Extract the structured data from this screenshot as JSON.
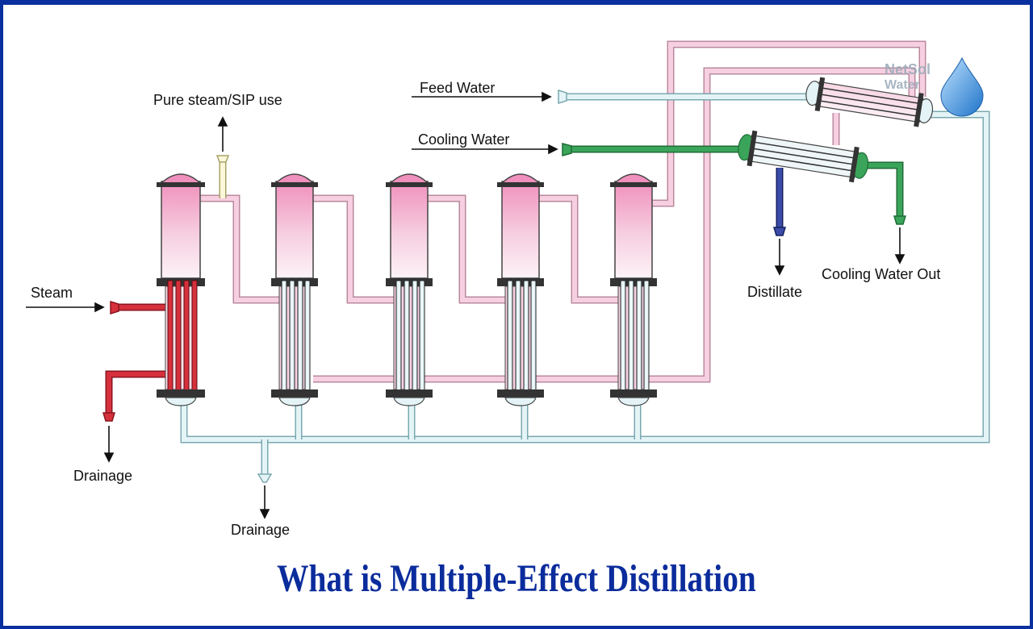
{
  "labels": {
    "steam": "Steam",
    "pure_steam": "Pure steam/SIP use",
    "feed_water": "Feed Water",
    "cooling_water": "Cooling Water",
    "distillate": "Distillate",
    "cooling_water_out": "Cooling Water Out",
    "drainage_left": "Drainage",
    "drainage_bottom": "Drainage"
  },
  "logo": {
    "line1": "NetSol",
    "line2": "Water"
  },
  "title": "What is Multiple-Effect Distillation",
  "colors": {
    "frame": "#0a2f9e",
    "title": "#0b2c9c",
    "steam_pipe": "#d6303c",
    "feed_pipe": "#dff1f3",
    "cooling_pipe": "#2f9a4f",
    "distillate_pipe": "#2b3a8f",
    "vapor_pipe": "#f4c8d8",
    "column_top": "#f0a0c4"
  },
  "icons": [
    "water-drop-icon"
  ]
}
